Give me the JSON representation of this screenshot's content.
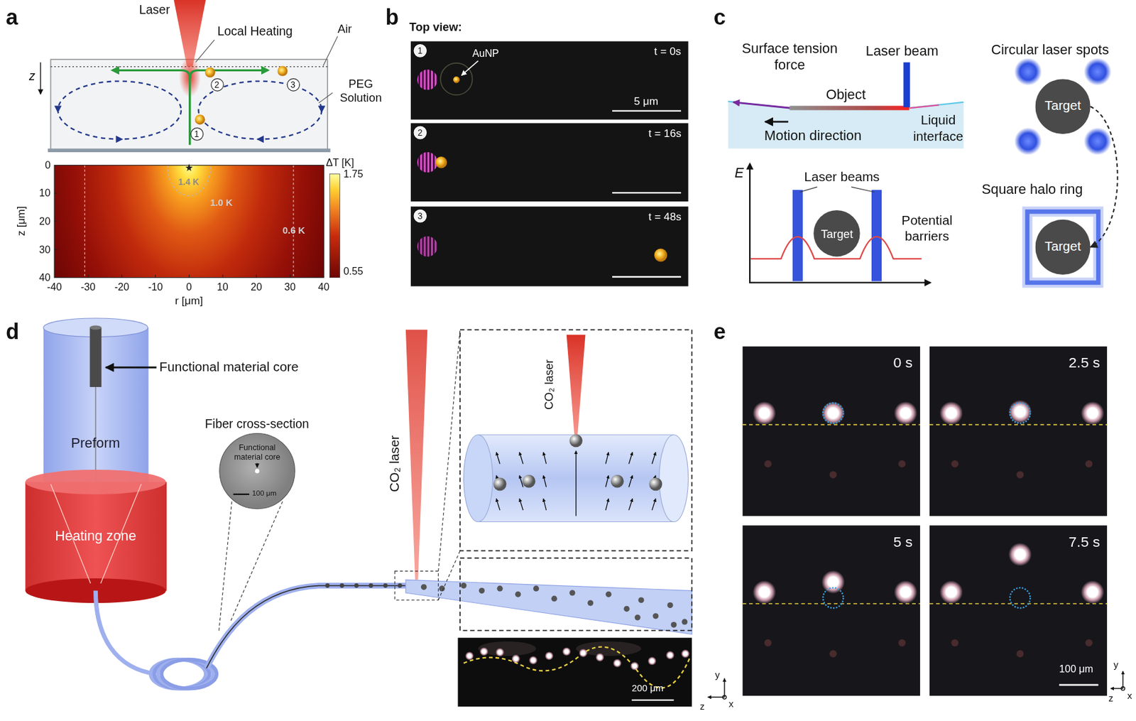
{
  "diagram": {
    "nodes": [
      {
        "text": [
          "1"
        ]
      },
      {
        "text": [
          "2"
        ]
      },
      {
        "text": [
          "3"
        ]
      },
      {
        "text": [
          "AuNP",
          "t = 0s",
          "5 μm"
        ]
      },
      {
        "text": [
          "1"
        ],
        "in": 3
      },
      {
        "text": [
          "t = 16s"
        ]
      },
      {
        "text": [
          "2"
        ],
        "in": 5
      },
      {
        "text": [
          "t = 48s"
        ]
      },
      {
        "text": [
          "3"
        ],
        "in": 7
      },
      {
        "text": [
          "Target"
        ]
      },
      {
        "text": [
          "Target"
        ]
      },
      {
        "text": [
          "Target"
        ]
      },
      {
        "text": [
          "Preform"
        ]
      },
      {
        "text": [
          "Heating zone"
        ]
      },
      {
        "text": [
          "Fiber cross-section",
          "Functional material core",
          "100 μm"
        ]
      },
      {
        "text": [
          "200 μm"
        ]
      },
      {
        "text": [
          "0 s"
        ]
      },
      {
        "text": [
          "2.5 s"
        ]
      },
      {
        "text": [
          "5 s"
        ]
      },
      {
        "text": [
          "7.5 s",
          "100 μm"
        ]
      }
    ],
    "edges": [
      {
        "from": 10,
        "to": 11,
        "arrow": "to"
      }
    ],
    "labels": [
      "a",
      "Laser",
      "Local Heating",
      "Air",
      "PEG Solution",
      "z",
      "ΔT [K]",
      "1.75",
      "0.55",
      "1.4 K",
      "1.0 K",
      "0.6 K",
      "0",
      "10",
      "20",
      "30",
      "40",
      "z [μm]",
      "-40",
      "-30",
      "-20",
      "-10",
      "0",
      "10",
      "20",
      "30",
      "40",
      "r [μm]",
      "b",
      "Top view:",
      "c",
      "Surface tension force",
      "Laser beam",
      "Object",
      "Motion direction",
      "Liquid interface",
      "E",
      "Laser beams",
      "Potential barriers",
      "Circular laser spots",
      "Square halo ring",
      "d",
      "Functional material core",
      "CO₂ laser",
      "CO₂ laser",
      "y",
      "z",
      "x",
      "e",
      "y",
      "z",
      "x"
    ]
  }
}
